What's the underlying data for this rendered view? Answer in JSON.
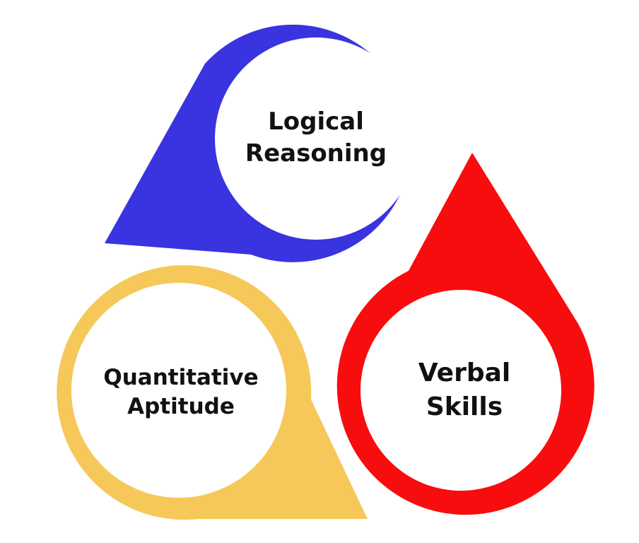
{
  "diagram": {
    "nodes": [
      {
        "id": "logical",
        "lines": [
          "Logical",
          "Reasoning"
        ],
        "color": "#3a33e0"
      },
      {
        "id": "quant",
        "lines": [
          "Quantitative",
          "Aptitude"
        ],
        "color": "#f6c85a"
      },
      {
        "id": "verbal",
        "lines": [
          "Verbal",
          "Skills"
        ],
        "color": "#f70d0d"
      }
    ]
  }
}
